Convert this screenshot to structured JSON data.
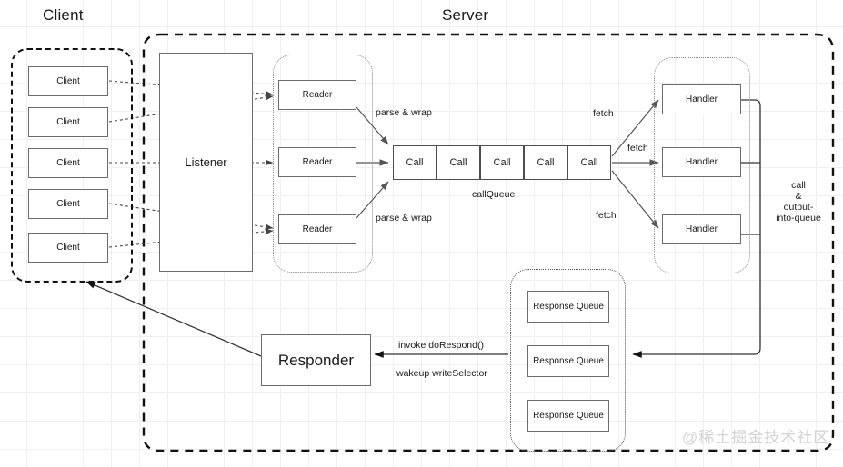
{
  "diagram": {
    "titles": {
      "client": "Client",
      "server": "Server"
    },
    "client_group": {
      "boxes": [
        {
          "label": "Client"
        },
        {
          "label": "Client"
        },
        {
          "label": "Client"
        },
        {
          "label": "Client"
        },
        {
          "label": "Client"
        }
      ]
    },
    "listener": {
      "label": "Listener"
    },
    "readers": [
      {
        "label": "Reader"
      },
      {
        "label": "Reader"
      },
      {
        "label": "Reader"
      }
    ],
    "call_queue": {
      "caption": "callQueue",
      "cells": [
        {
          "label": "Call"
        },
        {
          "label": "Call"
        },
        {
          "label": "Call"
        },
        {
          "label": "Call"
        },
        {
          "label": "Call"
        }
      ]
    },
    "handlers": [
      {
        "label": "Handler"
      },
      {
        "label": "Handler"
      },
      {
        "label": "Handler"
      }
    ],
    "response_queues": [
      {
        "label": "Response Queue"
      },
      {
        "label": "Response Queue"
      },
      {
        "label": "Response Queue"
      }
    ],
    "responder": {
      "label": "Responder"
    },
    "edge_labels": {
      "parse_wrap_top": "parse & wrap",
      "parse_wrap_bottom": "parse & wrap",
      "fetch_top": "fetch",
      "fetch_mid": "fetch",
      "fetch_bottom": "fetch",
      "call_output_line1": "call",
      "call_output_line2": "&",
      "call_output_line3": "output-",
      "call_output_line4": "into-queue",
      "invoke_dorespond": "invoke doRespond()",
      "wakeup_writeselector": "wakeup writeSelector"
    },
    "watermark": "@稀土掘金技术社区",
    "colors": {
      "stroke": "#6b6b6b",
      "text": "#1a1a1a",
      "grid": "#f0f0f0",
      "dashed_border": "#111111",
      "dotted_border": "#8a8a8a",
      "watermark": "#d3d3d3"
    }
  }
}
